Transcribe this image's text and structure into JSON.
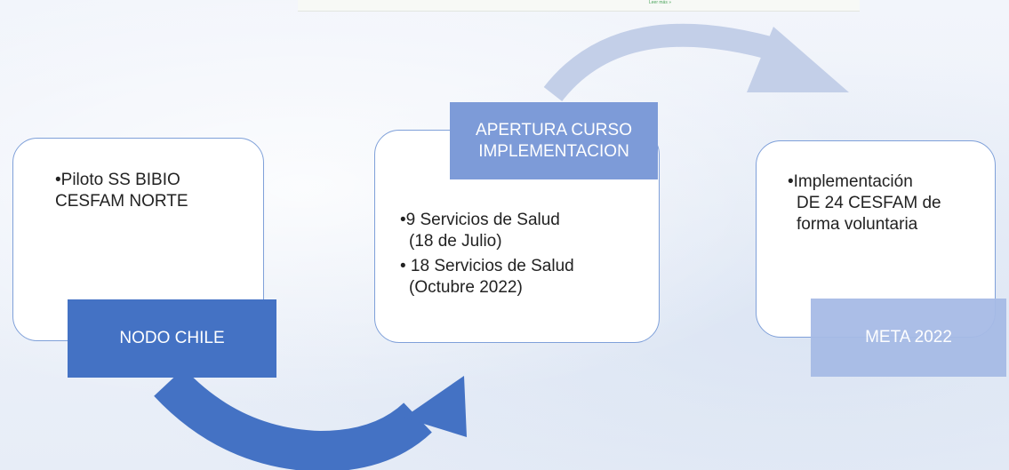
{
  "top_strip": {
    "link_text": "Leer más »"
  },
  "stages": [
    {
      "label": "NODO CHILE",
      "bullets": [
        "•Piloto SS BIBIO CESFAM NORTE"
      ],
      "label_color": "#4472c4"
    },
    {
      "label": "APERTURA CURSO IMPLEMENTACION",
      "bullets": [
        "•9 Servicios de Salud",
        "(18 de Julio)",
        "• 18 Servicios de Salud",
        "(Octubre 2022)"
      ],
      "label_color": "#7d9bd8"
    },
    {
      "label": "META 2022",
      "bullets": [
        "•Implementación",
        "DE 24 CESFAM de",
        "forma voluntaria"
      ],
      "label_color": "#a7bbe6"
    }
  ],
  "colors": {
    "arrow_dark": "#4472c4",
    "arrow_light": "#c3cfe8",
    "card_border": "#7fa0d9"
  }
}
